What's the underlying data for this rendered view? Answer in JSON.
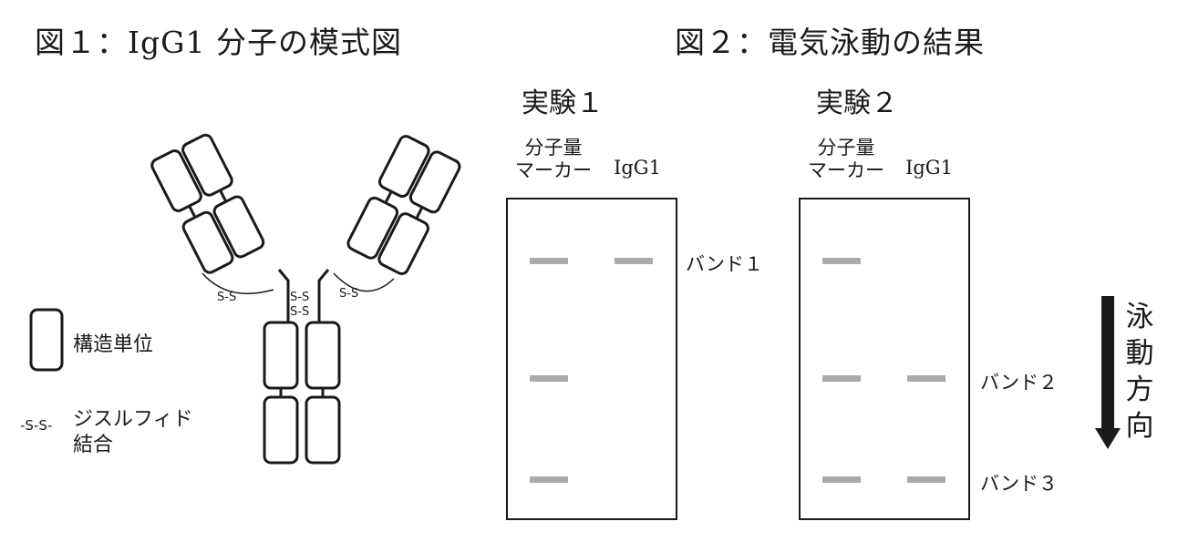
{
  "figure1": {
    "title": "図１：IgG1 分子の模式図",
    "legend": {
      "unit_label": "構造単位",
      "ss_symbol": "-S-S-",
      "ss_label_line1": "ジスルフィド",
      "ss_label_line2": "結合"
    },
    "ss_bond_text": "S-S"
  },
  "figure2": {
    "title": "図２：電気泳動の結果",
    "experiments": [
      {
        "title": "実験１",
        "lane_marker_line1": "分子量",
        "lane_marker_line2": "マーカー",
        "lane_igg": "IgG1",
        "marker_bands": [
          1,
          2,
          3
        ],
        "igg_bands": [
          1
        ]
      },
      {
        "title": "実験２",
        "lane_marker_line1": "分子量",
        "lane_marker_line2": "マーカー",
        "lane_igg": "IgG1",
        "marker_bands": [
          1,
          2,
          3
        ],
        "igg_bands": [
          2,
          3
        ]
      }
    ],
    "band_labels": [
      "バンド１",
      "バンド２",
      "バンド３"
    ],
    "direction_label": "泳動方向"
  },
  "colors": {
    "band": "#aaaaaa",
    "line": "#1a1a1a",
    "arrow": "#1a1a1a"
  }
}
